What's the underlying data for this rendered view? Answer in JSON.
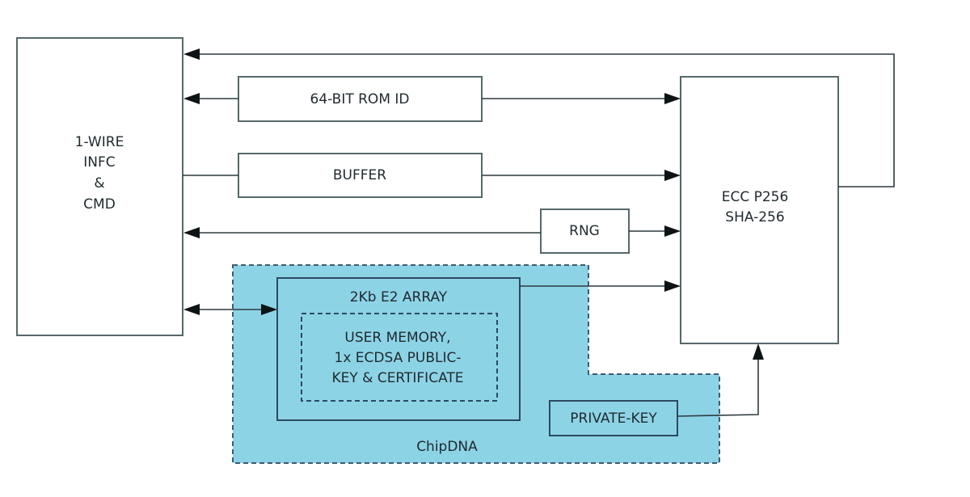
{
  "diagram": {
    "blocks": {
      "interface": {
        "lines": [
          "1-WIRE",
          "INFC",
          "&",
          "CMD"
        ]
      },
      "rom_id": {
        "label": "64-BIT ROM ID"
      },
      "buffer": {
        "label": "BUFFER"
      },
      "rng": {
        "label": "RNG"
      },
      "crypto": {
        "lines": [
          "ECC P256",
          "SHA-256"
        ]
      },
      "e2_array": {
        "label": "2Kb E2 ARRAY"
      },
      "user_memory": {
        "lines": [
          "USER MEMORY,",
          "1x ECDSA PUBLIC-",
          "KEY & CERTIFICATE"
        ]
      },
      "private_key": {
        "label": "PRIVATE-KEY"
      },
      "chipdna": {
        "label": "ChipDNA"
      }
    },
    "connections": [
      {
        "from": "crypto",
        "to": "interface",
        "type": "feedback-loop"
      },
      {
        "from": "rom_id",
        "to": "interface",
        "type": "arrow"
      },
      {
        "from": "rom_id",
        "to": "crypto",
        "type": "arrow"
      },
      {
        "from": "interface",
        "to": "buffer",
        "type": "line"
      },
      {
        "from": "buffer",
        "to": "crypto",
        "type": "arrow"
      },
      {
        "from": "rng",
        "to": "interface",
        "type": "arrow"
      },
      {
        "from": "rng",
        "to": "crypto",
        "type": "arrow"
      },
      {
        "from": "interface",
        "to": "e2_array",
        "type": "bidirectional"
      },
      {
        "from": "e2_array",
        "to": "crypto",
        "type": "arrow"
      },
      {
        "from": "private_key",
        "to": "crypto",
        "type": "arrow"
      }
    ],
    "colors": {
      "chipdna_fill": "#8dd3e6",
      "box_stroke": "#56686a",
      "wire": "#2e3a3e"
    }
  }
}
